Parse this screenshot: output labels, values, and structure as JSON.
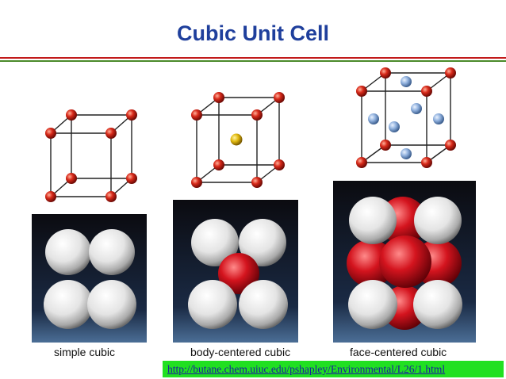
{
  "slide": {
    "title": "Cubic Unit Cell",
    "captions": {
      "simple": "simple cubic",
      "body_centered": "body-centered cubic",
      "face_centered": "face-centered cubic"
    },
    "source_link": "http://butane.chem.uiuc.edu/pshapley/Environmental/L26/1.html"
  },
  "colors": {
    "title": "#1f3f9c",
    "corner_atom": "#d82a1a",
    "body_atom": "#e0b80e",
    "face_atom": "#8fb0dd",
    "link_box": "#21e021"
  }
}
